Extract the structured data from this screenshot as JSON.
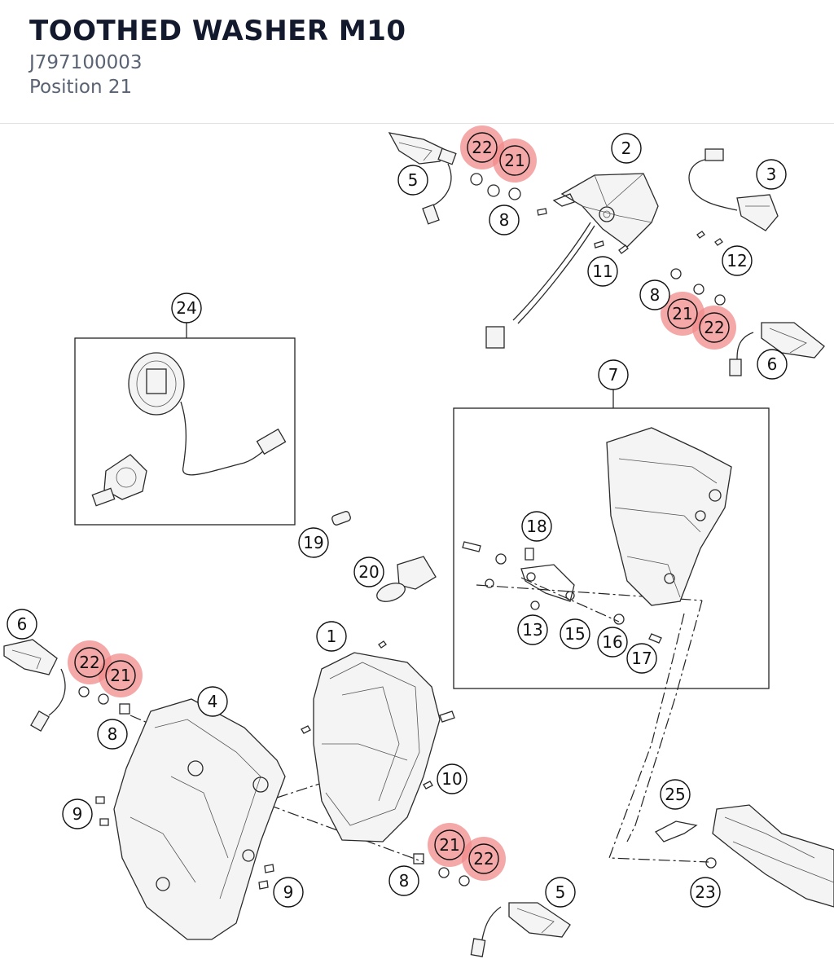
{
  "header": {
    "title": "TOOTHED WASHER M10",
    "part_number": "J797100003",
    "position": "Position 21"
  },
  "colors": {
    "highlight": "#f28b8b",
    "callout_stroke": "#111111",
    "title": "#141a2e",
    "subtitle": "#5a6373"
  },
  "callouts": [
    {
      "id": "c22a",
      "label": "22",
      "highlight": true
    },
    {
      "id": "c21a",
      "label": "21",
      "highlight": true
    },
    {
      "id": "c5a",
      "label": "5",
      "highlight": false
    },
    {
      "id": "c8a",
      "label": "8",
      "highlight": false
    },
    {
      "id": "c2",
      "label": "2",
      "highlight": false
    },
    {
      "id": "c3",
      "label": "3",
      "highlight": false
    },
    {
      "id": "c11",
      "label": "11",
      "highlight": false
    },
    {
      "id": "c12",
      "label": "12",
      "highlight": false
    },
    {
      "id": "c8b",
      "label": "8",
      "highlight": false
    },
    {
      "id": "c21b",
      "label": "21",
      "highlight": true
    },
    {
      "id": "c22b",
      "label": "22",
      "highlight": true
    },
    {
      "id": "c6a",
      "label": "6",
      "highlight": false
    },
    {
      "id": "c24",
      "label": "24",
      "highlight": false
    },
    {
      "id": "c7",
      "label": "7",
      "highlight": false
    },
    {
      "id": "c18",
      "label": "18",
      "highlight": false
    },
    {
      "id": "c19",
      "label": "19",
      "highlight": false
    },
    {
      "id": "c20",
      "label": "20",
      "highlight": false
    },
    {
      "id": "c13",
      "label": "13",
      "highlight": false
    },
    {
      "id": "c15",
      "label": "15",
      "highlight": false
    },
    {
      "id": "c16",
      "label": "16",
      "highlight": false
    },
    {
      "id": "c17",
      "label": "17",
      "highlight": false
    },
    {
      "id": "c6b",
      "label": "6",
      "highlight": false
    },
    {
      "id": "c22c",
      "label": "22",
      "highlight": true
    },
    {
      "id": "c21c",
      "label": "21",
      "highlight": true
    },
    {
      "id": "c1",
      "label": "1",
      "highlight": false
    },
    {
      "id": "c4",
      "label": "4",
      "highlight": false
    },
    {
      "id": "c8c",
      "label": "8",
      "highlight": false
    },
    {
      "id": "c10",
      "label": "10",
      "highlight": false
    },
    {
      "id": "c9a",
      "label": "9",
      "highlight": false
    },
    {
      "id": "c9b",
      "label": "9",
      "highlight": false
    },
    {
      "id": "c25",
      "label": "25",
      "highlight": false
    },
    {
      "id": "c21d",
      "label": "21",
      "highlight": true
    },
    {
      "id": "c22d",
      "label": "22",
      "highlight": true
    },
    {
      "id": "c8d",
      "label": "8",
      "highlight": false
    },
    {
      "id": "c23",
      "label": "23",
      "highlight": false
    },
    {
      "id": "c5b",
      "label": "5",
      "highlight": false
    }
  ]
}
